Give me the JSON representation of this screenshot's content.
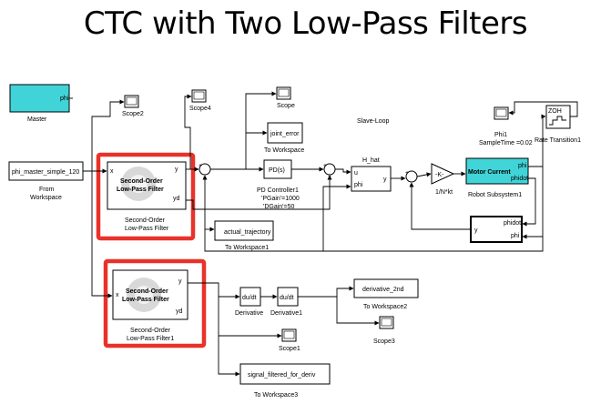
{
  "title": "CTC with Two Low-Pass Filters",
  "colors": {
    "highlight": "#e8322a",
    "block_fill": "#40d4d8"
  },
  "blocks": {
    "master": {
      "label": "Master",
      "port": "phi"
    },
    "scope2": "Scope2",
    "scope4": "Scope4",
    "scope": "Scope",
    "joint_error": {
      "text": "joint_error",
      "label": "To Workspace"
    },
    "slave_loop": "Slave-Loop",
    "phi1": {
      "label": "Phi1",
      "sample": "SampleTime =0.02"
    },
    "zoh": "ZOH",
    "rate_transition": "Rate Transition1",
    "from_workspace": {
      "text": "phi_master_simple_120",
      "label1": "From",
      "label2": "Workspace"
    },
    "lpf1": {
      "inner1": "Second-Order",
      "inner2": "Low-Pass Filter",
      "label1": "Second-Order",
      "label2": "Low-Pass Filter",
      "port_x": "x",
      "port_y": "y",
      "port_yd": "yd"
    },
    "pd": {
      "text": "PD(s)",
      "label1": "PD Controller1",
      "label2": "'PGain'=1000",
      "label3": "'DGain'=50"
    },
    "h_hat": {
      "label": "H_hat",
      "port_u": "u",
      "port_phi": "phi",
      "port_y": "y"
    },
    "gain": {
      "text": "-K-",
      "label": "1/N*kt"
    },
    "motor": {
      "text": "Motor Current",
      "port_phi": "phi",
      "port_phidot": "phidot",
      "label": "Robot Subsystem1"
    },
    "actual_traj": {
      "text": "actual_trajectory",
      "label": "To Workspace1"
    },
    "feedback": {
      "port_y": "y",
      "port_phidot": "phidot",
      "port_phi": "phi"
    },
    "lpf2": {
      "inner1": "Second-Order",
      "inner2": "Low-Pass Filter",
      "label1": "Second-Order",
      "label2": "Low-Pass Filter1",
      "port_x": "x",
      "port_y": "y",
      "port_yd": "yd"
    },
    "deriv": {
      "text": "du/dt",
      "label": "Derivative"
    },
    "deriv1": {
      "text": "du/dt",
      "label": "Derivative1"
    },
    "derivative_2nd": {
      "text": "derivative_2nd",
      "label": "To Workspace2"
    },
    "scope3": "Scope3",
    "scope1": "Scope1",
    "signal_filtered": {
      "text": "signal_filtered_for_deriv",
      "label": "To Workspace3"
    }
  }
}
